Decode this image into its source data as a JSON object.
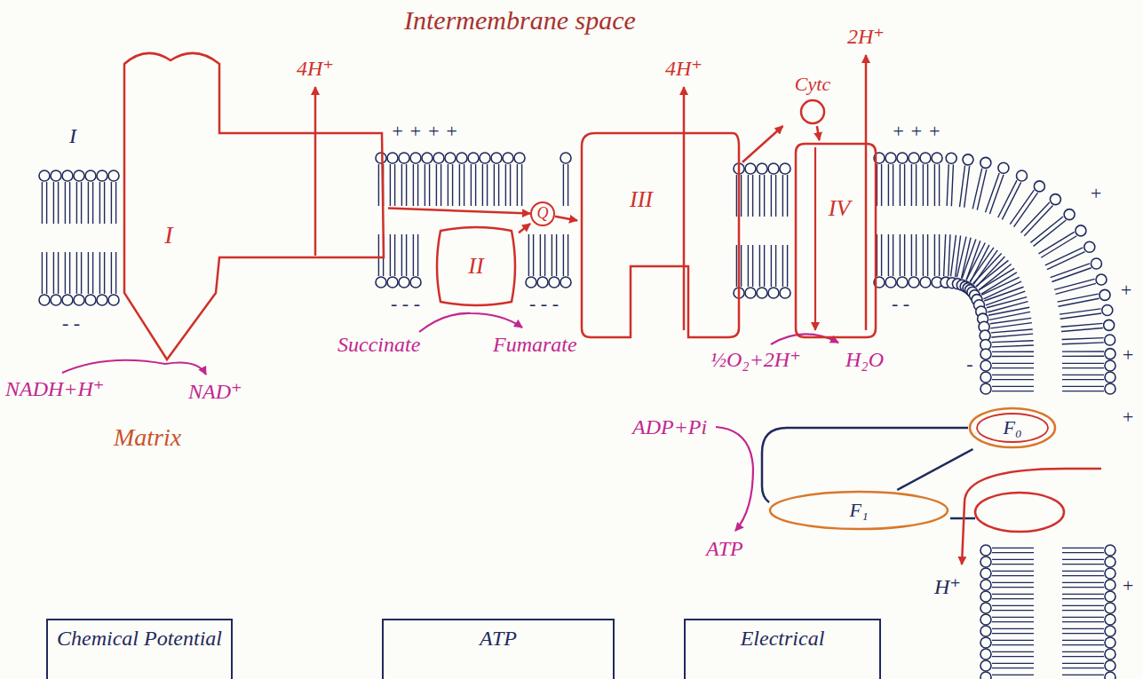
{
  "diagram": {
    "nodes": [
      {
        "text": [
          "I"
        ]
      },
      {
        "text": [
          "II"
        ]
      },
      {
        "text": [
          "Q"
        ]
      },
      {
        "text": [
          "III"
        ]
      },
      {
        "text": [
          "Cytc"
        ]
      },
      {
        "text": [
          "IV"
        ]
      },
      {
        "text": [
          "F₀"
        ]
      },
      {
        "text": [
          "F₁"
        ]
      },
      {
        "text": [
          "Chemical Potential"
        ]
      },
      {
        "text": [
          "ATP"
        ]
      },
      {
        "text": [
          "Electrical"
        ]
      }
    ],
    "edges": [
      {
        "from": 0,
        "to": 2,
        "arrow": "to"
      },
      {
        "from": 1,
        "to": 2,
        "arrow": "to"
      },
      {
        "from": 2,
        "to": 3,
        "arrow": "to"
      },
      {
        "from": 3,
        "to": 4,
        "arrow": "to"
      },
      {
        "from": 4,
        "to": 5,
        "arrow": "to"
      },
      {
        "from": 6,
        "to": 7,
        "arrow": "none"
      }
    ],
    "labels": [
      "Intermembrane space",
      "4H⁺",
      "4H⁺",
      "2H⁺",
      "I",
      "+ + + +",
      "+ + +",
      "+",
      "+",
      "+",
      "+",
      "+",
      "- -",
      "- - -",
      "- - -",
      "- -",
      "-",
      "Succinate",
      "Fumarate",
      "½O₂+2H⁺",
      "H₂O",
      "NADH+H⁺",
      "NAD⁺",
      "ADP+Pi",
      "Matrix",
      "ATP",
      "H⁺"
    ]
  }
}
